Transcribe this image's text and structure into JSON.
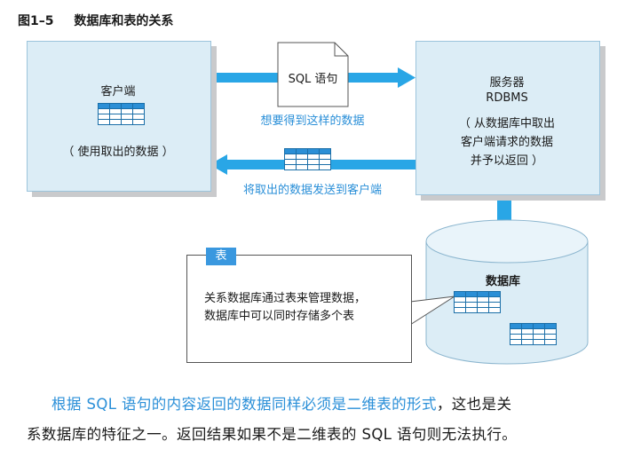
{
  "figure": {
    "title_num": "图1–5",
    "title_text": "数据库和表的关系"
  },
  "client": {
    "label": "客户端",
    "note": "（ 使用取出的数据 ）"
  },
  "server": {
    "label": "服务器",
    "sublabel": "RDBMS",
    "note_lines": [
      "（ 从数据库中取出",
      "客户端请求的数据",
      "并予以返回 ）"
    ]
  },
  "request": {
    "doc_label": "SQL 语句",
    "arrow_label": "想要得到这样的数据"
  },
  "response": {
    "arrow_label": "将取出的数据发送到客户端"
  },
  "callout": {
    "badge": "表",
    "lines": [
      "关系数据库通过表来管理数据，",
      "数据库中可以同时存储多个表"
    ]
  },
  "database": {
    "label": "数据库"
  },
  "caption": {
    "line1_highlight": "根据 SQL 语句的内容返回的数据同样必须是二维表的形式",
    "line1_rest": "，这也是关",
    "line2": "系数据库的特征之一。返回结果如果不是二维表的 SQL 语句则无法执行。"
  },
  "colors": {
    "accent_blue": "#2a8fd8",
    "box_fill": "#dcedf6",
    "arrow_blue": "#29a6e6"
  }
}
